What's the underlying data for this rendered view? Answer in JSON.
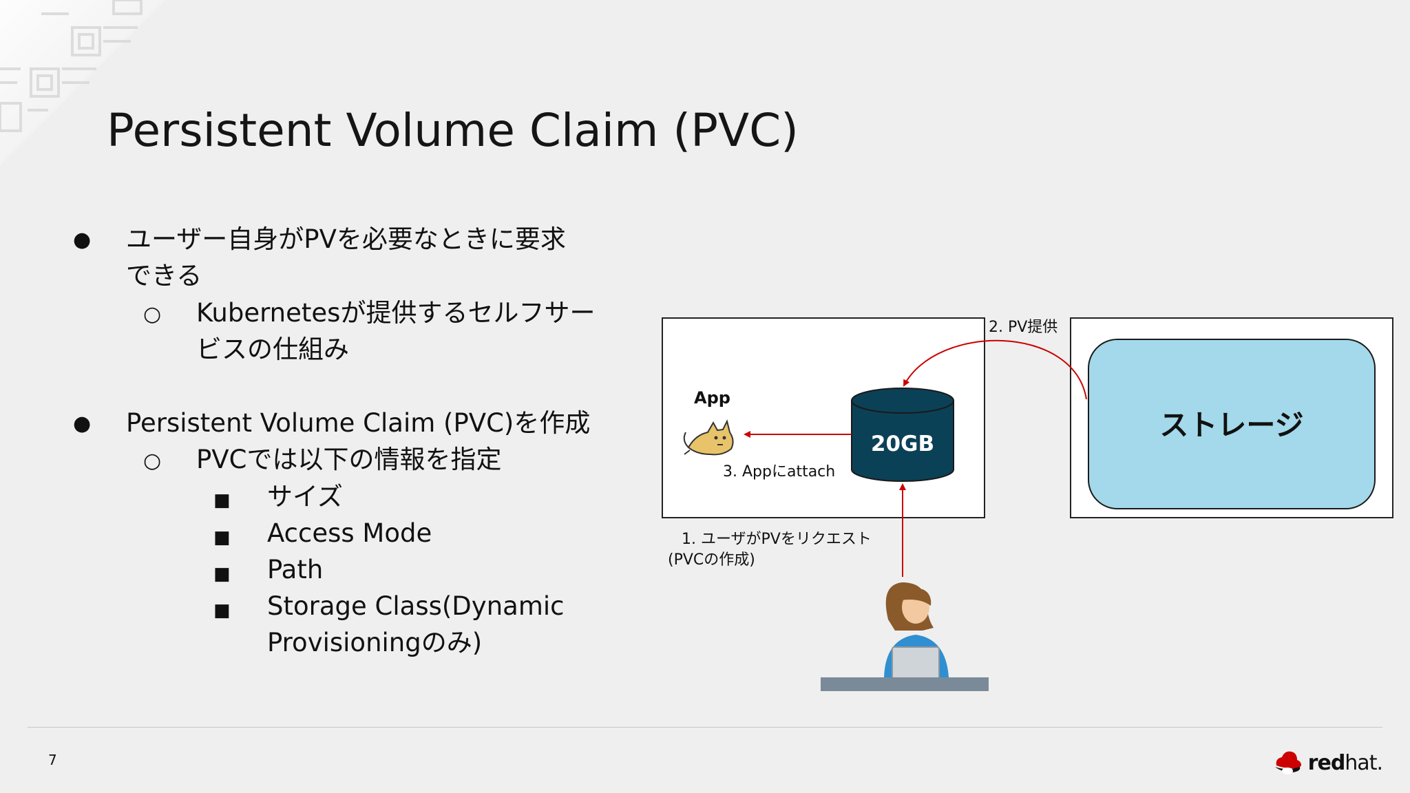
{
  "slide": {
    "title": "Persistent Volume Claim (PVC)",
    "page_number": "7"
  },
  "bullets": {
    "b1_line1": "ユーザー自身がPVを必要なときに要求",
    "b1_line2": "できる",
    "b1_sub_line1": "Kubernetesが提供するセルフサー",
    "b1_sub_line2": "ビスの仕組み",
    "b2": "Persistent Volume Claim (PVC)を作成",
    "b2_sub": "PVCでは以下の情報を指定",
    "b2_items": [
      "サイズ",
      "Access Mode",
      "Path",
      "Storage Class(Dynamic"
    ],
    "b2_item4_line2": "Provisioningのみ)",
    "markers": {
      "level1": "●",
      "level2": "○",
      "level3": "■"
    }
  },
  "diagram": {
    "app_label": "App",
    "volume_label": "20GB",
    "storage_label": "ストレージ",
    "step1_line1": "1. ユーザがPVをリクエスト",
    "step1_line2": "(PVCの作成)",
    "step2": "2. PV提供",
    "step3": "3. Appにattach"
  },
  "logo": {
    "brand_bold": "red",
    "brand_light": "hat."
  },
  "colors": {
    "background": "#efefef",
    "volume": "#0b4157",
    "storage_fill": "#a3d9ea",
    "arrow": "#cc0000",
    "desk": "#7a8a99",
    "logo_red": "#cc0000"
  },
  "icons": [
    "tomcat-icon",
    "user-at-laptop-icon",
    "redhat-hat-icon"
  ]
}
